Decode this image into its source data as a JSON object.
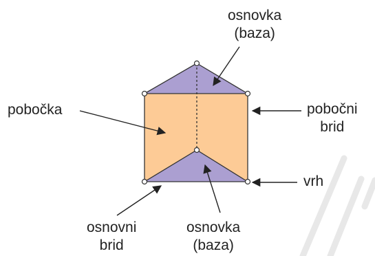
{
  "labels": {
    "top_base": {
      "line1": "osnovka",
      "line2": "(baza)"
    },
    "lateral_face": "pobočka",
    "lateral_edge": {
      "line1": "pobočni",
      "line2": "brid"
    },
    "vertex": "vrh",
    "base_edge": {
      "line1": "osnovni",
      "line2": "brid"
    },
    "bottom_base": {
      "line1": "osnovka",
      "line2": "(baza)"
    }
  },
  "colors": {
    "base_fill": "#ab9fd1",
    "face_fill": "#fdcb96",
    "outline": "#333333",
    "arrow": "#222222",
    "vertex_fill": "#ffffff",
    "watermark": "#e8e8e8"
  }
}
